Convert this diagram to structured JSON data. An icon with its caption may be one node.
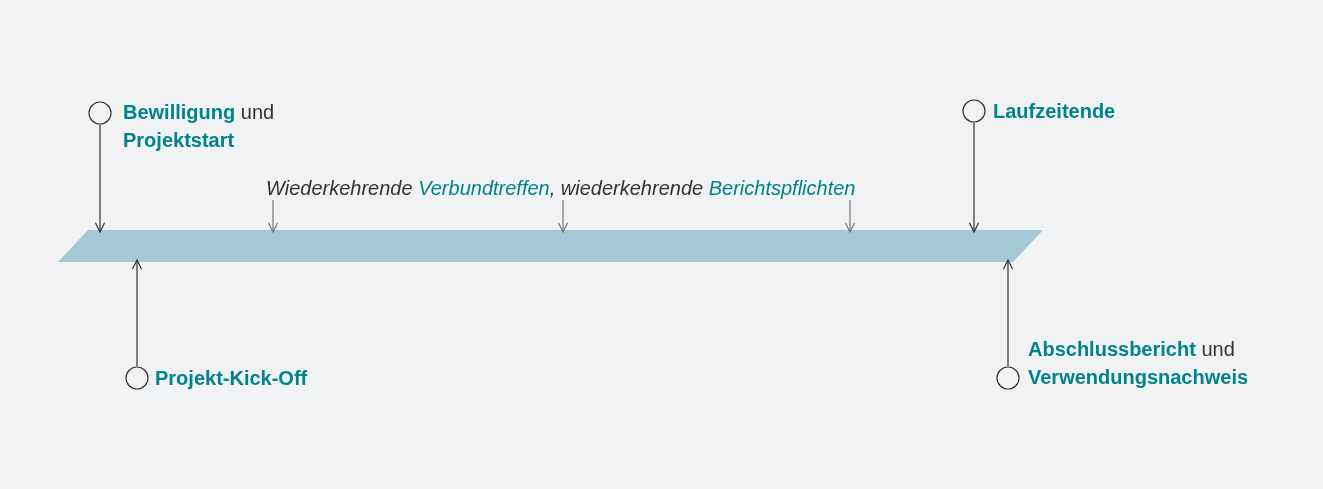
{
  "diagram": {
    "nodes": [
      {
        "text": [],
        "shape": "circle",
        "beside": [
          "**Bewilligung** und **Projektstart**"
        ]
      },
      {
        "text": [],
        "shape": "circle",
        "beside": [
          "Laufzeitende"
        ]
      },
      {
        "text": [
          "Wiederkehrende *Verbundtreffen*, wiederkehrende *Berichtspflichten*"
        ]
      },
      {
        "text": [],
        "shape": "bar"
      },
      {
        "text": [],
        "shape": "circle",
        "beside": [
          "Projekt-Kick-Off"
        ]
      },
      {
        "text": [],
        "shape": "circle",
        "beside": [
          "**Abschlussbericht** und **Verwendungsnachweis**"
        ]
      }
    ],
    "edges": [
      {
        "from": 0,
        "to": 3,
        "arrow": "to"
      },
      {
        "from": 1,
        "to": 3,
        "arrow": "to"
      },
      {
        "from": 2,
        "to": 3,
        "arrow": "to",
        "color": "#777777"
      },
      {
        "from": 2,
        "to": 3,
        "arrow": "to",
        "color": "#777777"
      },
      {
        "from": 2,
        "to": 3,
        "arrow": "to",
        "color": "#777777"
      },
      {
        "from": 4,
        "to": 3,
        "arrow": "to"
      },
      {
        "from": 5,
        "to": 3,
        "arrow": "to"
      }
    ]
  }
}
